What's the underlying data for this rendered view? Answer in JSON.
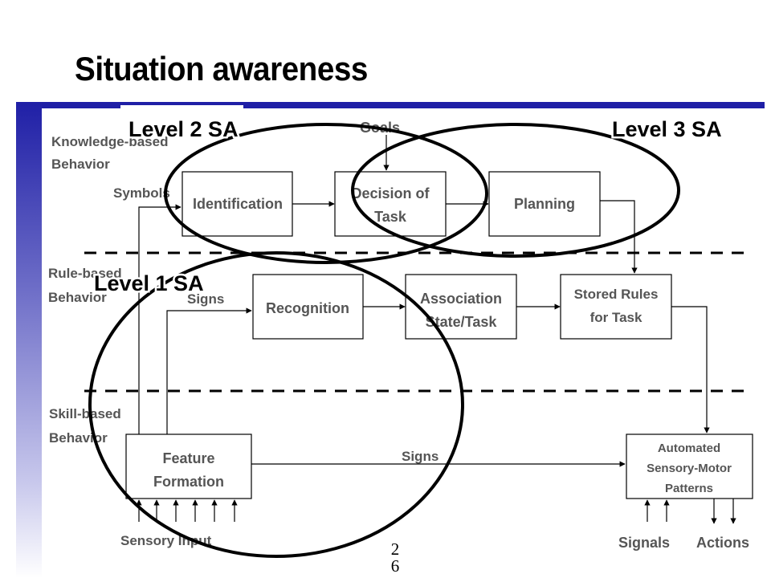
{
  "slide": {
    "title": "Situation awareness",
    "page_number": "26"
  },
  "colors": {
    "accent_bar": "#1f1fa6",
    "gray_text": "#555555",
    "ellipse_stroke": "#000000"
  },
  "rows": {
    "knowledge_line1": "Knowledge-based",
    "knowledge_line2": "Behavior",
    "rule_line1": "Rule-based",
    "rule_line2": "Behavior",
    "skill_line1": "Skill-based",
    "skill_line2": "Behavior"
  },
  "boxes": {
    "identification": "Identification",
    "decision_line1": "Decision of",
    "decision_line2": "Task",
    "planning": "Planning",
    "recognition": "Recognition",
    "association_line1": "Association",
    "association_line2": "State/Task",
    "stored_rules_line1": "Stored Rules",
    "stored_rules_line2": "for Task",
    "feature_line1": "Feature",
    "feature_line2": "Formation",
    "automated_line1": "Automated",
    "automated_line2": "Sensory-Motor",
    "automated_line3": "Patterns"
  },
  "labels": {
    "goals": "Goals",
    "symbols": "Symbols",
    "signs_upper": "Signs",
    "signs_lower": "Signs",
    "sensory_input": "Sensory Input",
    "signals": "Signals",
    "actions": "Actions"
  },
  "sa_levels": {
    "level1": "Level 1 SA",
    "level2": "Level 2 SA",
    "level3": "Level 3 SA"
  }
}
